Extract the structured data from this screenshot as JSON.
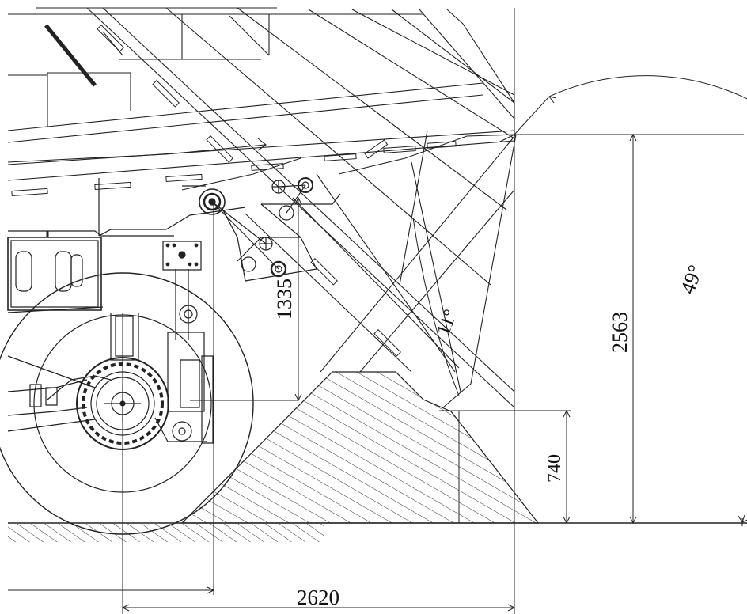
{
  "dimensions": {
    "horizontal_overhang": "2620",
    "height_1335": "1335",
    "height_2563": "2563",
    "height_740": "740"
  },
  "angles": {
    "dump_angle": "49°",
    "tailgate_angle": "11°"
  }
}
